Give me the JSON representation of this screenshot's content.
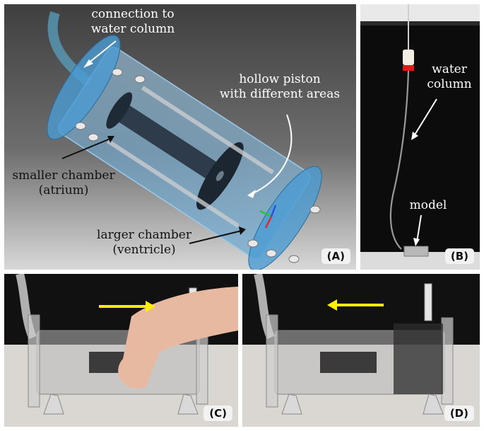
{
  "panels": {
    "a": {
      "tag": "(A)",
      "label_connection": "connection to\nwater column",
      "label_piston": "hollow piston\nwith different areas",
      "label_small": "smaller chamber\n(atrium)",
      "label_large": "larger chamber\n(ventricle)"
    },
    "b": {
      "tag": "(B)",
      "label_water": "water\ncolumn",
      "label_model": "model"
    },
    "c": {
      "tag": "(C)"
    },
    "d": {
      "tag": "(D)"
    }
  },
  "colors": {
    "arrow_yellow": "#ffef00",
    "chamber_blue": "#6fb7e6",
    "cap_red": "#e01a1a"
  }
}
